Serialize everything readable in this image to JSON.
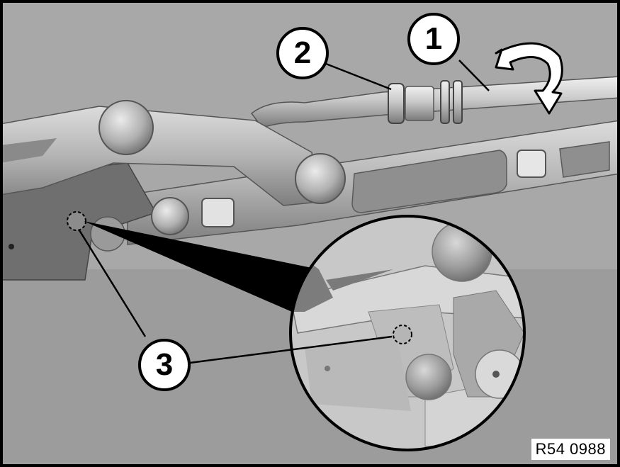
{
  "figure": {
    "reference_code": "R54 0988",
    "callouts": [
      {
        "id": "1",
        "label": "1"
      },
      {
        "id": "2",
        "label": "2"
      },
      {
        "id": "3",
        "label": "3"
      }
    ]
  },
  "colors": {
    "background": "#ffffff",
    "backdrop_gray": "#a7a7a7",
    "metal_light": "#d0d0d0",
    "metal_dark": "#6e6e6e",
    "line": "#000000"
  }
}
